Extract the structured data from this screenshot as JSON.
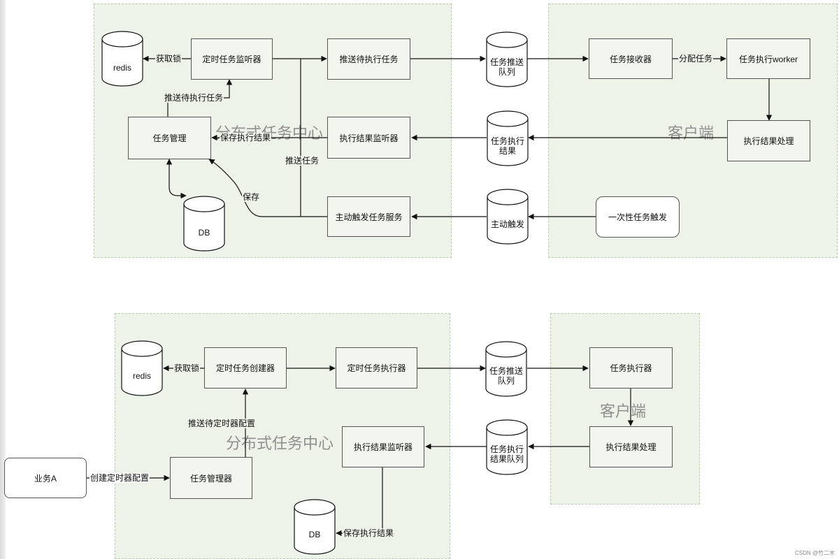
{
  "top": {
    "center_zone_title": "分布式任务中心",
    "client_zone_title": "客户端",
    "redis": "redis",
    "db": "DB",
    "timer_listener": "定时任务监听器",
    "push_pending_task": "推送待执行任务",
    "task_manage": "任务管理",
    "result_listener": "执行结果监听器",
    "active_trigger_service": "主动触发任务服务",
    "queue_task_push": [
      "任务推送",
      "队列"
    ],
    "queue_exec_result": [
      "任务执行",
      "结果"
    ],
    "queue_active_trigger": [
      "主动触发"
    ],
    "task_receiver": "任务接收器",
    "task_worker": "任务执行worker",
    "result_handle": "执行结果处理",
    "one_time_trigger": "一次性任务触发",
    "edge_get_lock": "获取锁",
    "edge_push_pending": "推送待执行任务",
    "edge_save_result": "保存执行结果",
    "edge_push_task": "推送任务",
    "edge_save": "保存",
    "edge_assign": "分配任务"
  },
  "bottom": {
    "center_zone_title": "分布式任务中心",
    "client_zone_title": "客户端",
    "redis": "redis",
    "db": "DB",
    "timer_creator": "定时任务创建器",
    "timer_executor": "定时任务执行器",
    "task_manager": "任务管理器",
    "result_listener": "执行结果监听器",
    "business_a": "业务A",
    "queue_task_push": [
      "任务推送",
      "队列"
    ],
    "queue_exec_result": [
      "任务执行",
      "结果队列"
    ],
    "task_executor": "任务执行器",
    "result_handle": "执行结果处理",
    "edge_get_lock": "获取锁",
    "edge_push_timer_config": "推送待定时器配置",
    "edge_create_timer_config": "创建定时器配置",
    "edge_save_result": "保存执行结果"
  },
  "watermark": "CSDN @竹二木",
  "colors": {
    "zone_fill": "#eef3ea",
    "zone_border": "#b8cdb0",
    "node_fill": "#f3f6ef",
    "line": "#111111"
  }
}
